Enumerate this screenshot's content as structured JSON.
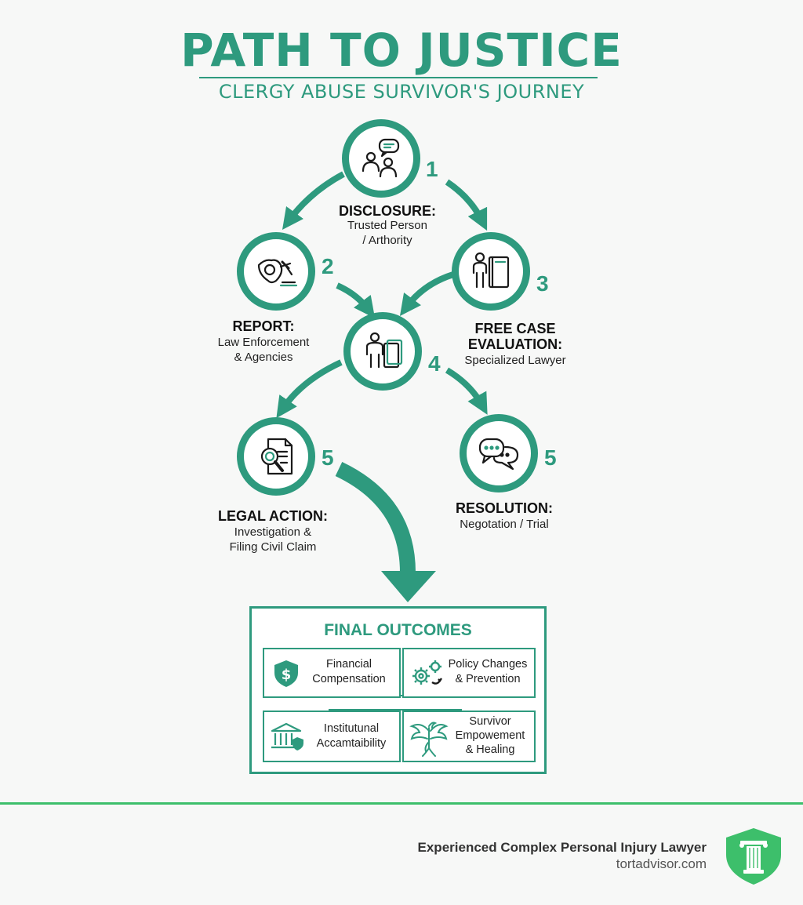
{
  "header": {
    "title": "PATH TO JUSTICE",
    "subtitle": "CLERGY ABUSE SURVIVOR'S JOURNEY"
  },
  "steps": [
    {
      "number": "1",
      "title": "DISCLOSURE:",
      "lines": [
        "Trusted Person",
        "/ Arthority"
      ],
      "icon": "people-speech-icon"
    },
    {
      "number": "2",
      "title": "REPORT:",
      "lines": [
        "Law Enforcement",
        "& Agencies"
      ],
      "icon": "badge-gavel-icon"
    },
    {
      "number": "3",
      "title_lines": [
        "FREE CASE",
        "EVALUATION:"
      ],
      "lines": [
        "Specialized Lawyer"
      ],
      "icon": "lawyer-book-icon"
    },
    {
      "number": "4",
      "icon": "person-document-icon"
    },
    {
      "number": "5",
      "title": "LEGAL ACTION:",
      "lines": [
        "Investigation &",
        "Filing Civil Claim"
      ],
      "icon": "document-magnifier-icon"
    },
    {
      "number": "5",
      "title": "RESOLUTION:",
      "lines": [
        "Negotation / Trial"
      ],
      "icon": "chat-bubbles-icon"
    }
  ],
  "outcomes": {
    "title": "FINAL OUTCOMES",
    "items": [
      {
        "lines": [
          "Financial",
          "Compensation"
        ],
        "icon": "dollar-shield-icon"
      },
      {
        "lines": [
          "Policy Changes",
          "& Prevention"
        ],
        "icon": "gears-icon"
      },
      {
        "lines": [
          "Institutunal",
          "Accamtaibility"
        ],
        "icon": "institution-shield-icon"
      },
      {
        "lines": [
          "Survivor",
          "Empowement",
          "& Healing"
        ],
        "icon": "phoenix-icon"
      }
    ]
  },
  "footer": {
    "tagline": "Experienced Complex Personal Injury Lawyer",
    "site": "tortadvisor.com",
    "logo_icon": "pillar-shield-icon"
  },
  "colors": {
    "accent": "#2e9a7e",
    "footer_green": "#3dbf6b"
  }
}
